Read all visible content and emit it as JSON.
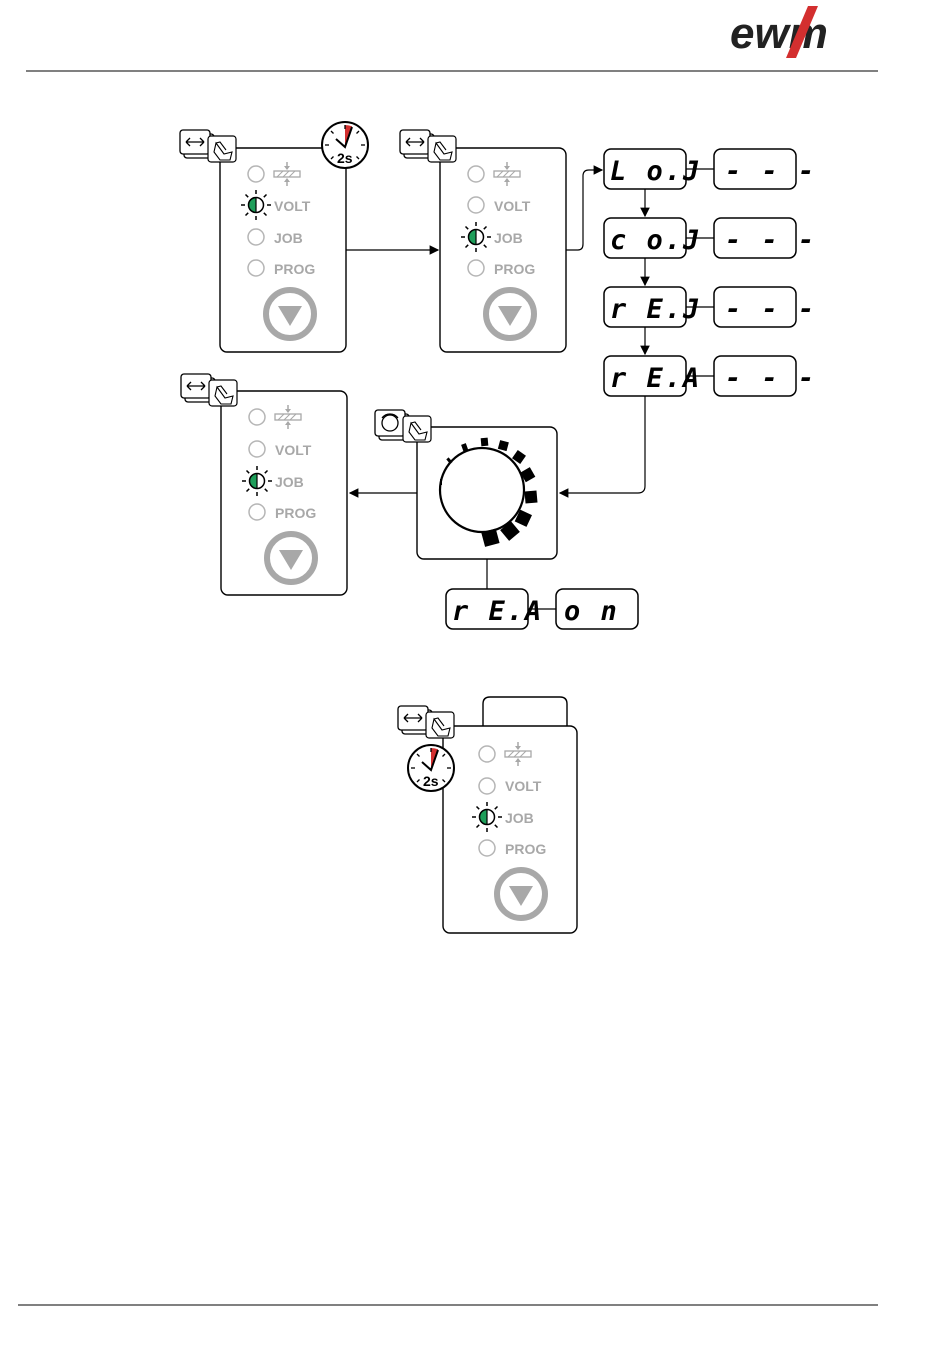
{
  "logo": {
    "text": "ewm",
    "accent_color": "#d32f2f"
  },
  "leds": {
    "volt": "VOLT",
    "job": "JOB",
    "prog": "PROG"
  },
  "timer": {
    "label": "2s",
    "accent_color": "#d32f2f"
  },
  "led_active_color": "#1e9e5a",
  "displays": {
    "menu": [
      {
        "left": "L o.J",
        "right": "- - -"
      },
      {
        "left": "c o.J",
        "right": "- - -"
      },
      {
        "left": "r E.J",
        "right": "- - -"
      },
      {
        "left": "r E.A",
        "right": "- - -"
      }
    ],
    "result": {
      "left": "r E.A",
      "right": "o n"
    }
  },
  "icons": {
    "toggle_button": "double-arrow-icon",
    "hand": "hand-press-icon",
    "rotary": "rotary-knob-icon",
    "timer": "stopwatch-icon",
    "down": "arrow-down-circle-icon"
  }
}
